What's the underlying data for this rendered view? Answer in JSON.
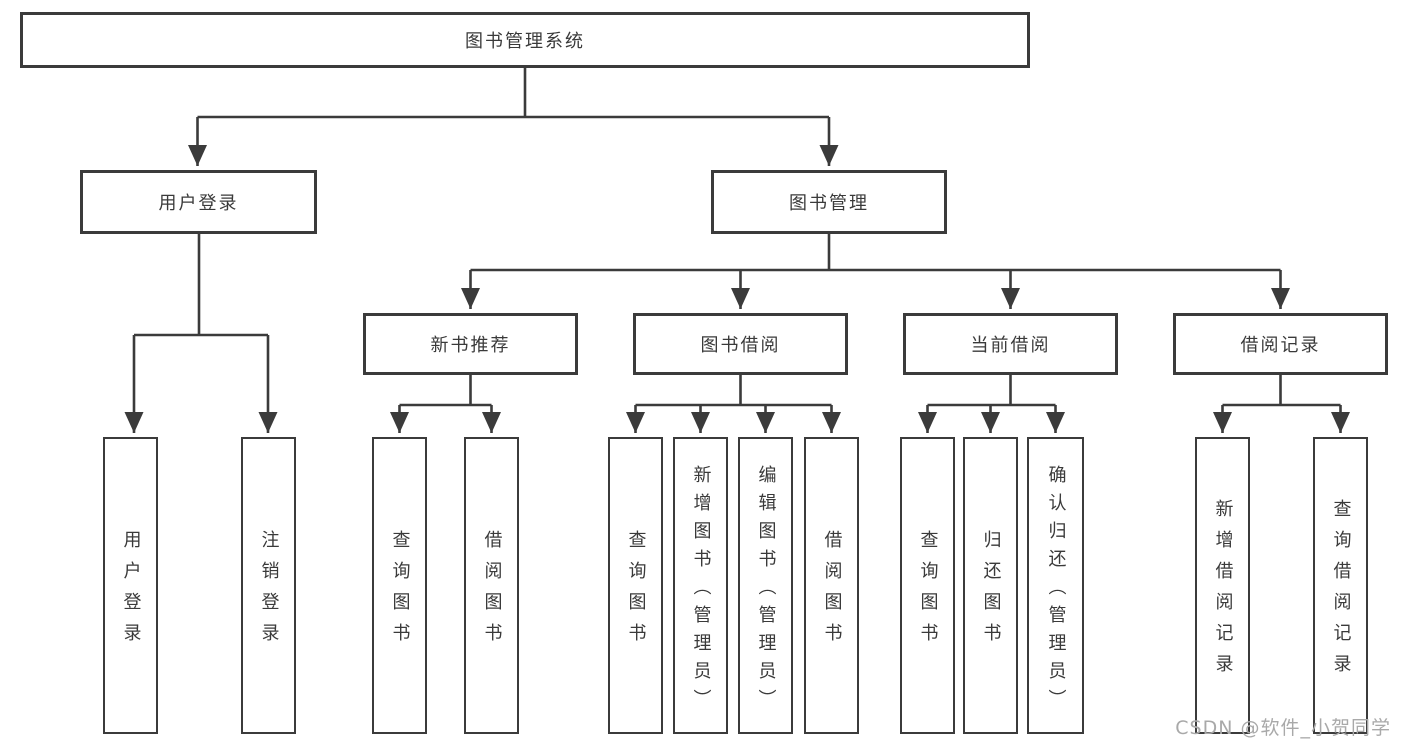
{
  "diagram": {
    "title": "图书管理系统",
    "type": "functional-structure-tree",
    "watermark": "CSDN @软件_小贺同学",
    "colors": {
      "background": "#ffffff",
      "box_border": "#3b3b3b",
      "line": "#3b3b3b",
      "text": "#3a3a3a",
      "watermark_text": "#a9a9a9"
    },
    "nodes": {
      "root": {
        "label": "图书管理系统"
      },
      "user_login": {
        "label": "用户登录"
      },
      "book_management": {
        "label": "图书管理"
      },
      "user_login_leaf": {
        "label": "用户登录"
      },
      "logout_leaf": {
        "label": "注销登录"
      },
      "new_book_recommend": {
        "label": "新书推荐"
      },
      "book_borrowing": {
        "label": "图书借阅"
      },
      "current_borrowing": {
        "label": "当前借阅"
      },
      "borrowing_records": {
        "label": "借阅记录"
      },
      "recommend_query_books": {
        "label": "查询图书"
      },
      "recommend_borrow_books": {
        "label": "借阅图书"
      },
      "borrowing_query_books": {
        "label": "查询图书"
      },
      "borrowing_add_books": {
        "label": "新增图书（管理员）"
      },
      "borrowing_edit_books": {
        "label": "编辑图书（管理员）"
      },
      "borrowing_borrow_books": {
        "label": "借阅图书"
      },
      "current_query_books": {
        "label": "查询图书"
      },
      "current_return_books": {
        "label": "归还图书"
      },
      "current_confirm_return": {
        "label": "确认归还（管理员）"
      },
      "records_add_record": {
        "label": "新增借阅记录"
      },
      "records_query_record": {
        "label": "查询借阅记录"
      }
    },
    "edges": [
      [
        "图书管理系统",
        "用户登录"
      ],
      [
        "图书管理系统",
        "图书管理"
      ],
      [
        "用户登录",
        "用户登录"
      ],
      [
        "用户登录",
        "注销登录"
      ],
      [
        "图书管理",
        "新书推荐"
      ],
      [
        "图书管理",
        "图书借阅"
      ],
      [
        "图书管理",
        "当前借阅"
      ],
      [
        "图书管理",
        "借阅记录"
      ],
      [
        "新书推荐",
        "查询图书"
      ],
      [
        "新书推荐",
        "借阅图书"
      ],
      [
        "图书借阅",
        "查询图书"
      ],
      [
        "图书借阅",
        "新增图书（管理员）"
      ],
      [
        "图书借阅",
        "编辑图书（管理员）"
      ],
      [
        "图书借阅",
        "借阅图书"
      ],
      [
        "当前借阅",
        "查询图书"
      ],
      [
        "当前借阅",
        "归还图书"
      ],
      [
        "当前借阅",
        "确认归还（管理员）"
      ],
      [
        "借阅记录",
        "新增借阅记录"
      ],
      [
        "借阅记录",
        "查询借阅记录"
      ]
    ]
  }
}
